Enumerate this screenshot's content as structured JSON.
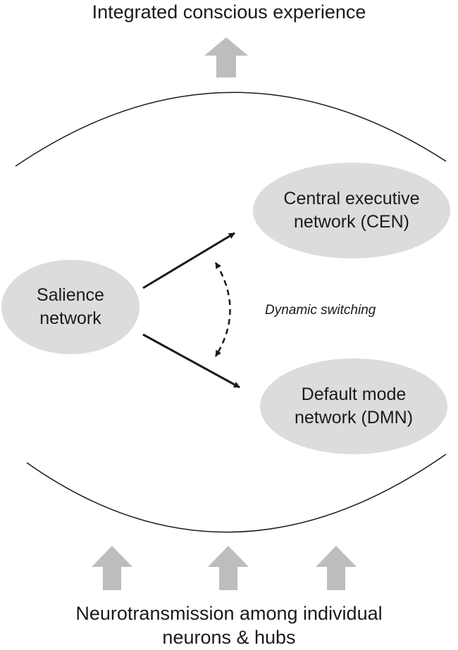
{
  "diagram": {
    "top_caption": "Integrated conscious experience",
    "bottom_caption_line1": "Neurotransmission among individual",
    "bottom_caption_line2": "neurons & hubs",
    "nodes": {
      "salience": {
        "line1": "Salience",
        "line2": "network"
      },
      "cen": {
        "line1": "Central executive",
        "line2": "network (CEN)"
      },
      "dmn": {
        "line1": "Default mode",
        "line2": "network (DMN)"
      }
    },
    "switch_label": "Dynamic switching"
  },
  "colors": {
    "node_fill": "#dcdcdc",
    "block_arrow": "#bdbdbd",
    "line": "#1a1a1a",
    "background": "#ffffff"
  },
  "icons": {
    "upward_arrows": "block-up-arrow"
  }
}
